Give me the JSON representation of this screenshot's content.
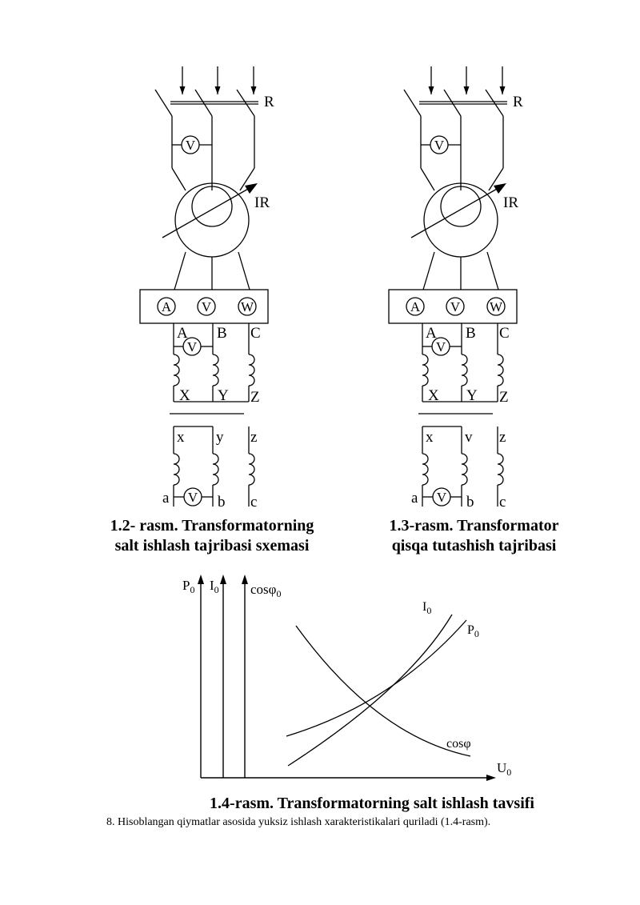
{
  "figure_1_2": {
    "caption_line1": "1.2- rasm. Transformatorning",
    "caption_line2": "salt ishlash tajribasi sxemasi",
    "label_switch": "R",
    "label_regulator": "IR",
    "meter_voltmeter": "V",
    "meter_ammeter": "A",
    "meter_wattmeter": "W",
    "primary_start": [
      "A",
      "B",
      "C"
    ],
    "primary_end": [
      "X",
      "Y",
      "Z"
    ],
    "secondary_start": [
      "x",
      "y",
      "z"
    ],
    "secondary_end": [
      "a",
      "b",
      "c"
    ]
  },
  "figure_1_3": {
    "caption_line1": "1.3-rasm. Transformator",
    "caption_line2": "qisqa tutashish tajribasi",
    "label_switch": "R",
    "label_regulator": "IR",
    "meter_voltmeter": "V",
    "meter_ammeter": "A",
    "meter_wattmeter": "W",
    "primary_start": [
      "A",
      "B",
      "C"
    ],
    "primary_end": [
      "X",
      "Y",
      "Z"
    ],
    "secondary_start": [
      "x",
      "v",
      "z"
    ],
    "secondary_end": [
      "a",
      "b",
      "c"
    ]
  },
  "figure_1_4": {
    "caption": "1.4-rasm. Transformatorning salt ishlash tavsifi",
    "axis_p0": "P0",
    "axis_i0": "I0",
    "axis_cos": "cosφ0",
    "axis_x": "U0",
    "curve_i0": "I0",
    "curve_p0": "P0",
    "curve_cos": "cosφ"
  },
  "note": "8. Hisoblangan qiymatlar asosida yuksiz ishlash xarakteristikalari quriladi (1.4-rasm)."
}
